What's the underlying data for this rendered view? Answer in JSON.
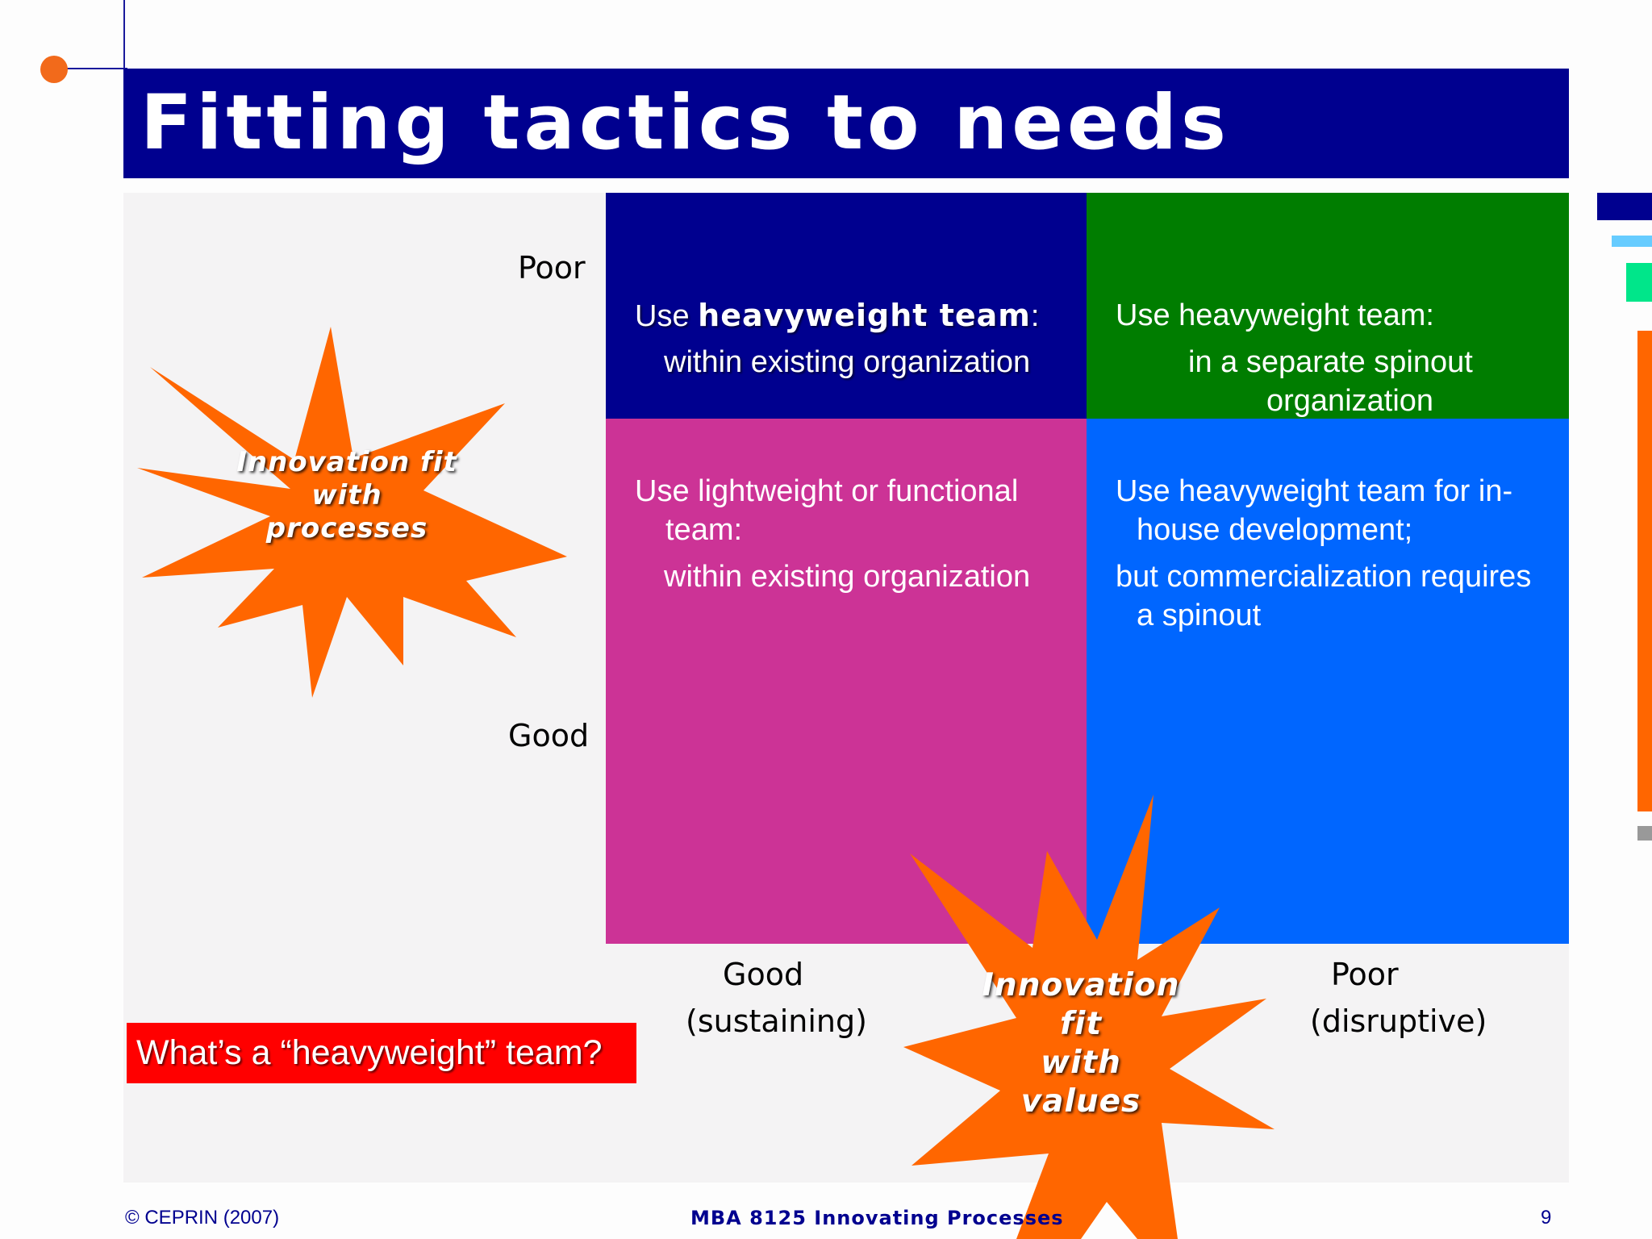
{
  "slide": {
    "title": "Fitting tactics to needs",
    "y_axis": {
      "top_label": "Poor",
      "bottom_label": "Good"
    },
    "x_axis": {
      "left_label": "Good",
      "left_sub": "(sustaining)",
      "right_label": "Poor",
      "right_sub": "(disruptive)"
    },
    "quadrants": {
      "top_left": {
        "line1_pre": "Use ",
        "line1_bold": "heavyweight team",
        "line1_post": ":",
        "line2": "within existing organization"
      },
      "top_right": {
        "line1": "Use heavyweight team:",
        "line2": "in a separate spinout",
        "line3": "organization"
      },
      "bottom_left": {
        "line1": "Use lightweight or functional",
        "line2": "team:",
        "line3": "within existing organization"
      },
      "bottom_right": {
        "line1": "Use heavyweight team for in-",
        "line2": "house development;",
        "line3": "but commercialization requires",
        "line4": "a spinout"
      }
    },
    "bursts": {
      "processes": {
        "line1": "Innovation fit",
        "line2": "with",
        "line3": "processes"
      },
      "values": {
        "line1": "Innovation",
        "line2": "fit",
        "line3": "with",
        "line4": "values"
      }
    },
    "question": "What’s a “heavyweight” team?",
    "footer": {
      "left": "© CEPRIN (2007)",
      "center": "MBA 8125 Innovating Processes",
      "page": "9"
    },
    "colors": {
      "title_bar": "#00008f",
      "quadrant_top_left": "#00008f",
      "quadrant_top_right": "#007d00",
      "quadrant_bottom_left": "#cc3396",
      "quadrant_bottom_right": "#0066ff",
      "burst": "#ff6600",
      "question_box": "#ff0000"
    }
  }
}
